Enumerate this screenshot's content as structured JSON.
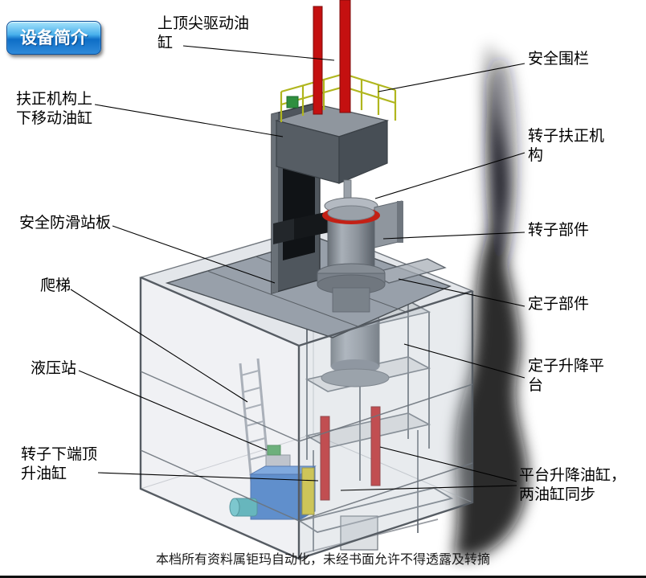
{
  "badge": {
    "label": "设备简介"
  },
  "callouts": [
    {
      "id": "top-spindle-cylinder",
      "text": "上顶尖驱动油缸"
    },
    {
      "id": "safety-fence",
      "text": "安全围栏"
    },
    {
      "id": "centering-updown-cylinder",
      "text": "扶正机构上下移动油缸"
    },
    {
      "id": "rotor-centering-mechanism",
      "text": "转子扶正机构"
    },
    {
      "id": "anti-slip-platform",
      "text": "安全防滑站板"
    },
    {
      "id": "rotor-part",
      "text": "转子部件"
    },
    {
      "id": "ladder",
      "text": "爬梯"
    },
    {
      "id": "stator-part",
      "text": "定子部件"
    },
    {
      "id": "hydraulic-station",
      "text": "液压站"
    },
    {
      "id": "stator-lift-platform",
      "text": "定子升降平台"
    },
    {
      "id": "rotor-bottom-jack-cylinder",
      "text": "转子下端顶升油缸"
    },
    {
      "id": "platform-lift-cylinders",
      "text": "平台升降油缸，两油缸同步"
    }
  ],
  "footer": {
    "text": "本档所有资料属钜玛自动化，未经书面允许不得透露及转摘"
  },
  "colors": {
    "cylinder_red": "#c41212",
    "fence_yellow": "#b0b61e",
    "hydraulic_blue": "#2b6fc4",
    "badge_blue": "#0e6ec6",
    "frame_gray": "#98a0aa"
  }
}
